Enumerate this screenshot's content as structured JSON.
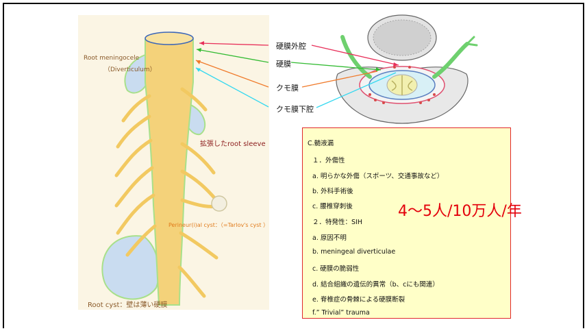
{
  "spine_labels": {
    "root_meningocele": "Root meningocele",
    "diverticulum": "（Diverticulum）",
    "dilated_sleeve": "拡張したroot sleeve",
    "tarlov": "Perineur(i)al cyst：（=Tarlov's cyst ）",
    "root_cyst": "Root cyst：壁は薄い硬膜"
  },
  "membranes": {
    "epidural": "硬膜外腔",
    "dura": "硬膜",
    "arachnoid": "クモ膜",
    "subarachnoid": "クモ膜下腔"
  },
  "info_box": {
    "heading": "C.髄液漏",
    "trauma": "１．外傷性",
    "trauma_a": "a. 明らかな外傷（スポーツ、交通事故など）",
    "trauma_b": "b. 外科手術後",
    "trauma_c": "c. 腰椎穿刺後",
    "spontaneous": "２．特発性：SIH",
    "sih_a": "a. 原因不明",
    "sih_b": "b. meningeal diverticulae",
    "sih_c": "c. 硬膜の脆弱性",
    "sih_d": "d. 結合組織の遺伝的異常（b、cにも関連）",
    "sih_e": "e. 脊椎症の骨棘による硬膜断裂",
    "sih_f": "f.” Trivial” trauma"
  },
  "incidence": "4～5人/10万人/年",
  "colors": {
    "epidural_arrow": "#e8305a",
    "dura_arrow": "#33bb33",
    "arachnoid_arrow": "#f07a2a",
    "subarachnoid_arrow": "#33d8f0",
    "highlight": "#e3000b",
    "box_bg": "#ffffc8"
  }
}
